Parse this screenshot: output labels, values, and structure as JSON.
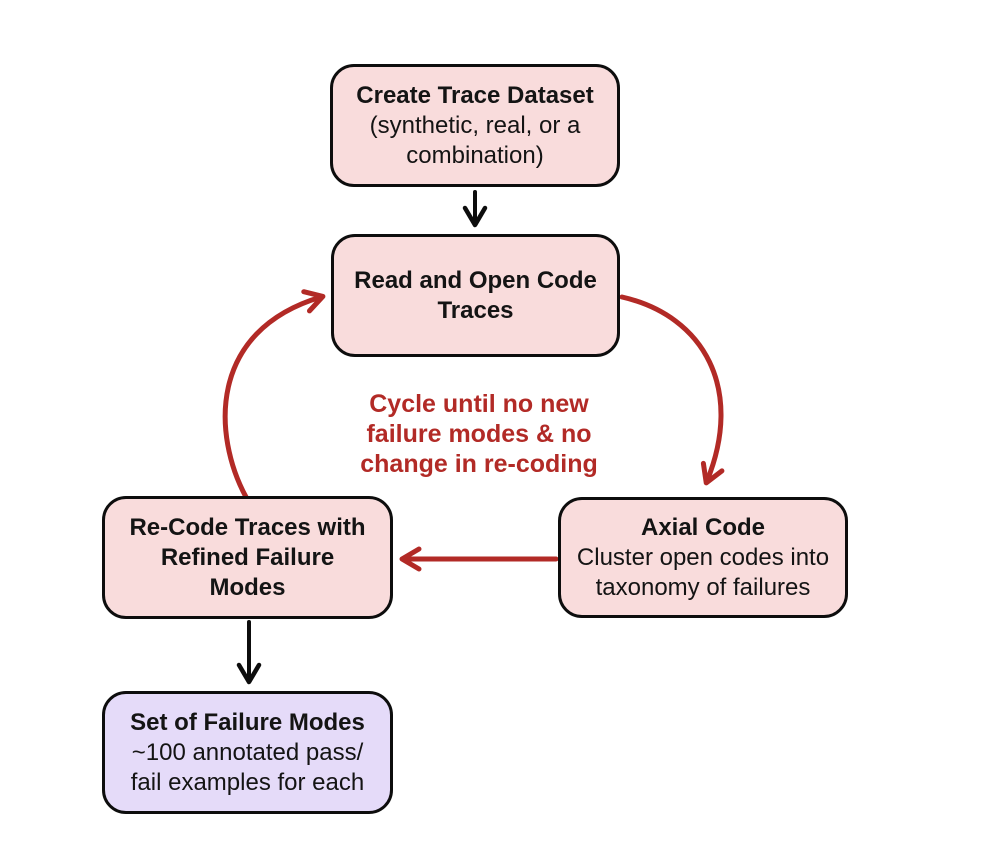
{
  "colors": {
    "node_fill_pink": "#f9dcdc",
    "node_fill_purple": "#e5dbf9",
    "node_border": "#0d0d0d",
    "arrow_black": "#0d0d0d",
    "arrow_red": "#b22a26",
    "background": "#ffffff"
  },
  "nodes": {
    "create_trace_dataset": {
      "title": "Create Trace Dataset",
      "subtitle_lines": [
        "(synthetic, real, or a",
        "combination)"
      ]
    },
    "read_open_code": {
      "title_lines": [
        "Read and Open Code",
        "Traces"
      ]
    },
    "axial_code": {
      "title": "Axial Code",
      "subtitle_lines": [
        "Cluster open codes into",
        "taxonomy of failures"
      ]
    },
    "recode_traces": {
      "title_lines": [
        "Re-Code Traces with",
        "Refined Failure",
        "Modes"
      ]
    },
    "set_of_failure_modes": {
      "title": "Set of Failure Modes",
      "subtitle_lines": [
        "~100 annotated pass/",
        "fail examples for each"
      ]
    }
  },
  "cycle_note": {
    "lines": [
      "Cycle until no new",
      "failure modes & no",
      "change in re-coding"
    ]
  }
}
